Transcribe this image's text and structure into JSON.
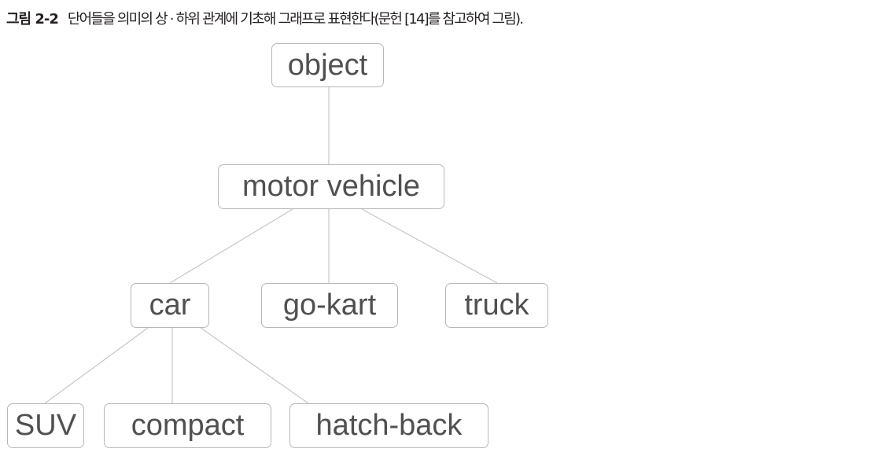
{
  "caption": {
    "label": "그림 2-2",
    "text": "단어들을 의미의 상 · 하위 관계에 기초해 그래프로 표현한다(문헌 [14]를 참고하여 그림)."
  },
  "nodes": {
    "object": "object",
    "motor_vehicle": "motor vehicle",
    "car": "car",
    "go_kart": "go-kart",
    "truck": "truck",
    "suv": "SUV",
    "compact": "compact",
    "hatch_back": "hatch-back"
  },
  "edges": [
    [
      "object",
      "motor vehicle"
    ],
    [
      "motor vehicle",
      "car"
    ],
    [
      "motor vehicle",
      "go-kart"
    ],
    [
      "motor vehicle",
      "truck"
    ],
    [
      "car",
      "SUV"
    ],
    [
      "car",
      "compact"
    ],
    [
      "car",
      "hatch-back"
    ]
  ]
}
